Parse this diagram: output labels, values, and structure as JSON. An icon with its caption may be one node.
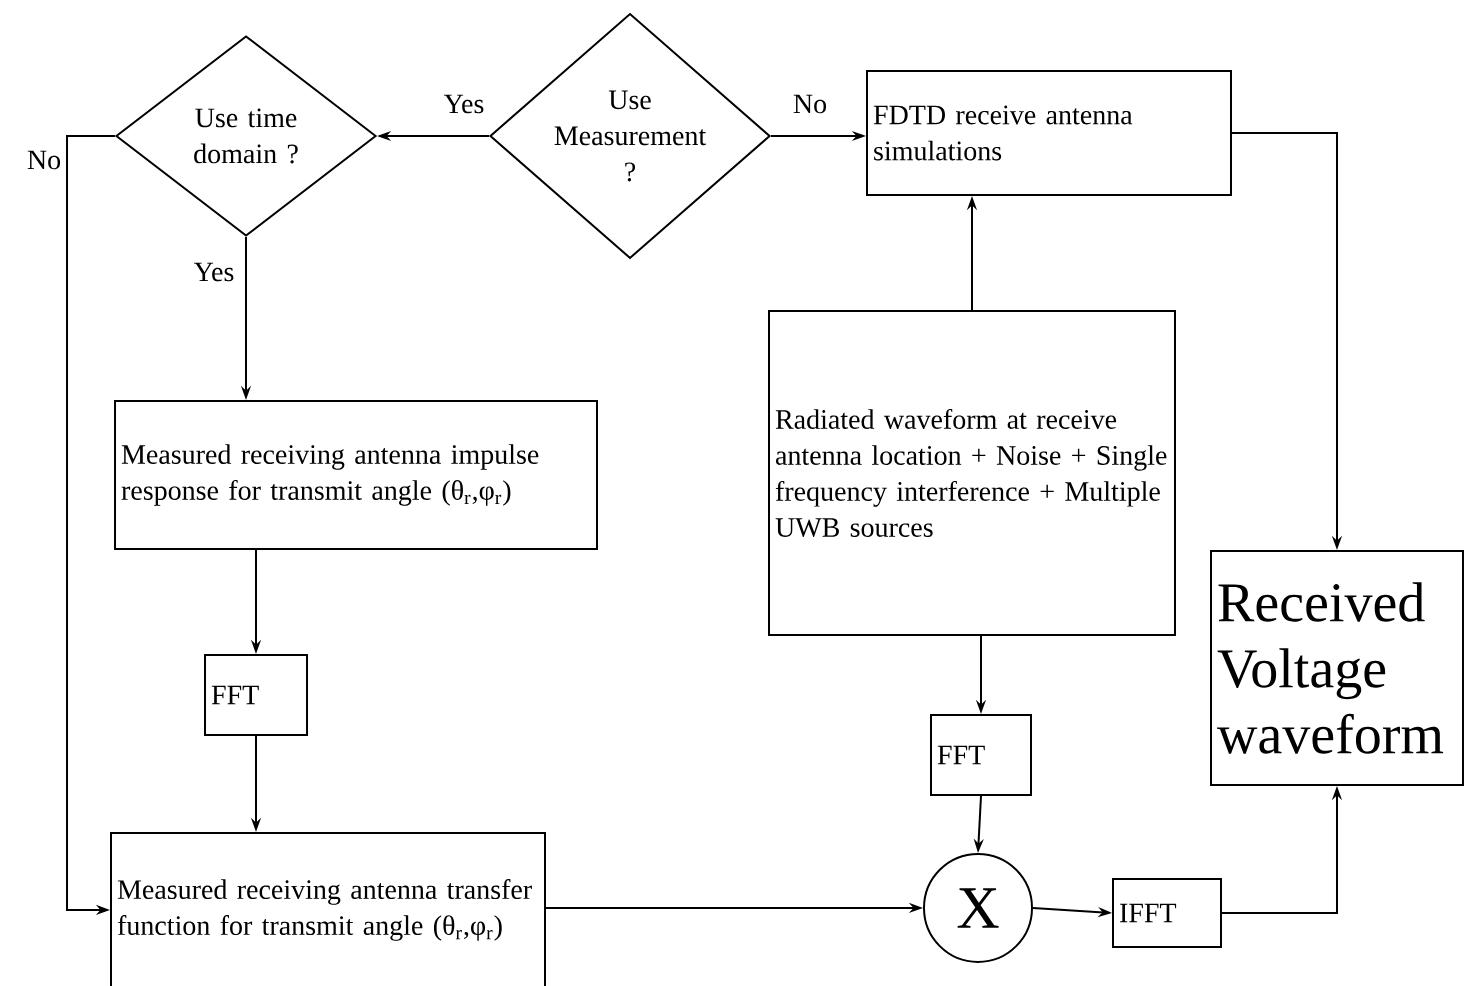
{
  "diagram": {
    "nodes": [
      {
        "text": [
          "Use Measurement ?"
        ]
      },
      {
        "text": [
          "Use time domain ?"
        ]
      },
      {
        "text": [
          "FDTD receive antenna simulations"
        ]
      },
      {
        "text": [
          "Measured receiving antenna impulse response for transmit angle (θ$_{r}$,φ$_{r}$)"
        ]
      },
      {
        "text": [
          "FFT"
        ]
      },
      {
        "text": [
          "Measured receiving antenna transfer function for transmit angle (θ$_{r}$,φ$_{r}$)"
        ]
      },
      {
        "text": [
          "Radiated waveform at receive antenna location + Noise + Single frequency interference + Multiple UWB sources"
        ]
      },
      {
        "text": [
          "FFT"
        ]
      },
      {
        "text": [
          "X"
        ]
      },
      {
        "text": [
          "IFFT"
        ]
      },
      {
        "text": [
          "Received Voltage waveform"
        ]
      }
    ],
    "edges": [
      {
        "from": 0,
        "to": 1,
        "arrow": "to",
        "label": "Yes"
      },
      {
        "from": 0,
        "to": 2,
        "arrow": "to",
        "label": "No"
      },
      {
        "from": 1,
        "to": 3,
        "arrow": "to",
        "label": "Yes"
      },
      {
        "from": 1,
        "to": 5,
        "arrow": "to",
        "label": "No"
      },
      {
        "from": 3,
        "to": 4,
        "arrow": "to"
      },
      {
        "from": 4,
        "to": 5,
        "arrow": "to"
      },
      {
        "from": 6,
        "to": 2,
        "arrow": "to"
      },
      {
        "from": 6,
        "to": 7,
        "arrow": "to"
      },
      {
        "from": 7,
        "to": 8,
        "arrow": "to"
      },
      {
        "from": 5,
        "to": 8,
        "arrow": "to"
      },
      {
        "from": 8,
        "to": 9,
        "arrow": "to"
      },
      {
        "from": 9,
        "to": 10,
        "arrow": "to"
      },
      {
        "from": 2,
        "to": 10,
        "arrow": "to"
      }
    ]
  }
}
